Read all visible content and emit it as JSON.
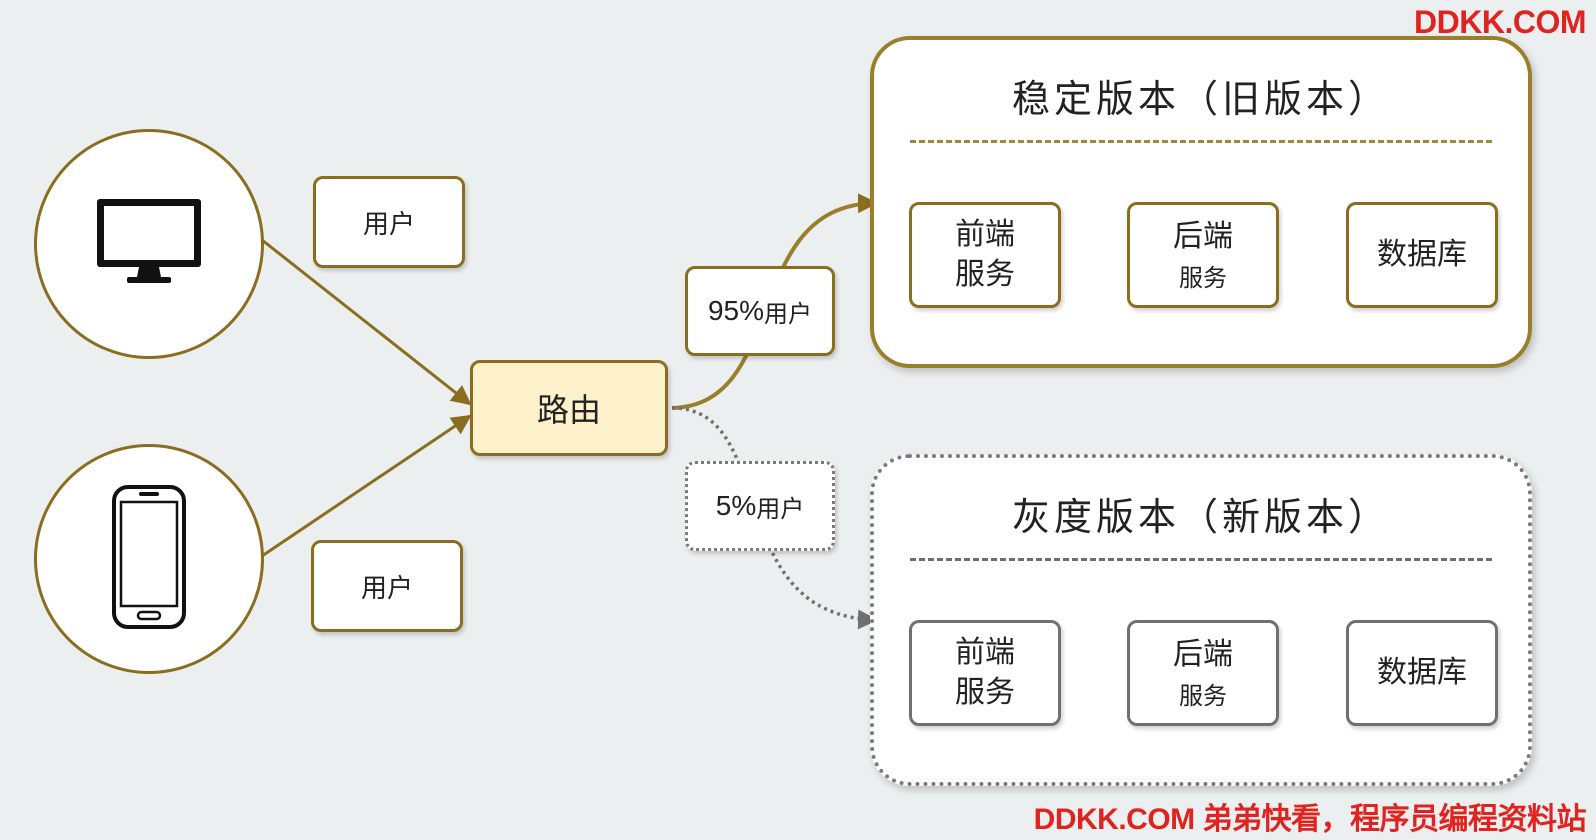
{
  "watermark": {
    "top": "DDKK.COM",
    "bottom": "DDKK.COM 弟弟快看，程序员编程资料站"
  },
  "clients": [
    {
      "icon": "desktop-monitor-icon",
      "user_label": "用户"
    },
    {
      "icon": "smartphone-icon",
      "user_label": "用户"
    }
  ],
  "router": {
    "label": "路由"
  },
  "routes": {
    "stable": {
      "percent": "95%",
      "suffix": "用户"
    },
    "canary": {
      "percent": "5%",
      "suffix": "用户"
    }
  },
  "stable_panel": {
    "title": "稳定版本（旧版本）",
    "frontend": [
      "前端",
      "服务"
    ],
    "backend": [
      "后端",
      "服务"
    ],
    "database": "数据库"
  },
  "canary_panel": {
    "title": "灰度版本（新版本）",
    "frontend": [
      "前端",
      "服务"
    ],
    "backend": [
      "后端",
      "服务"
    ],
    "database": "数据库"
  },
  "colors": {
    "gold": "#8a6d1e",
    "gray": "#707070",
    "router_fill": "#fdf1cc",
    "background": "#eceff0",
    "watermark": "#e0231e"
  }
}
